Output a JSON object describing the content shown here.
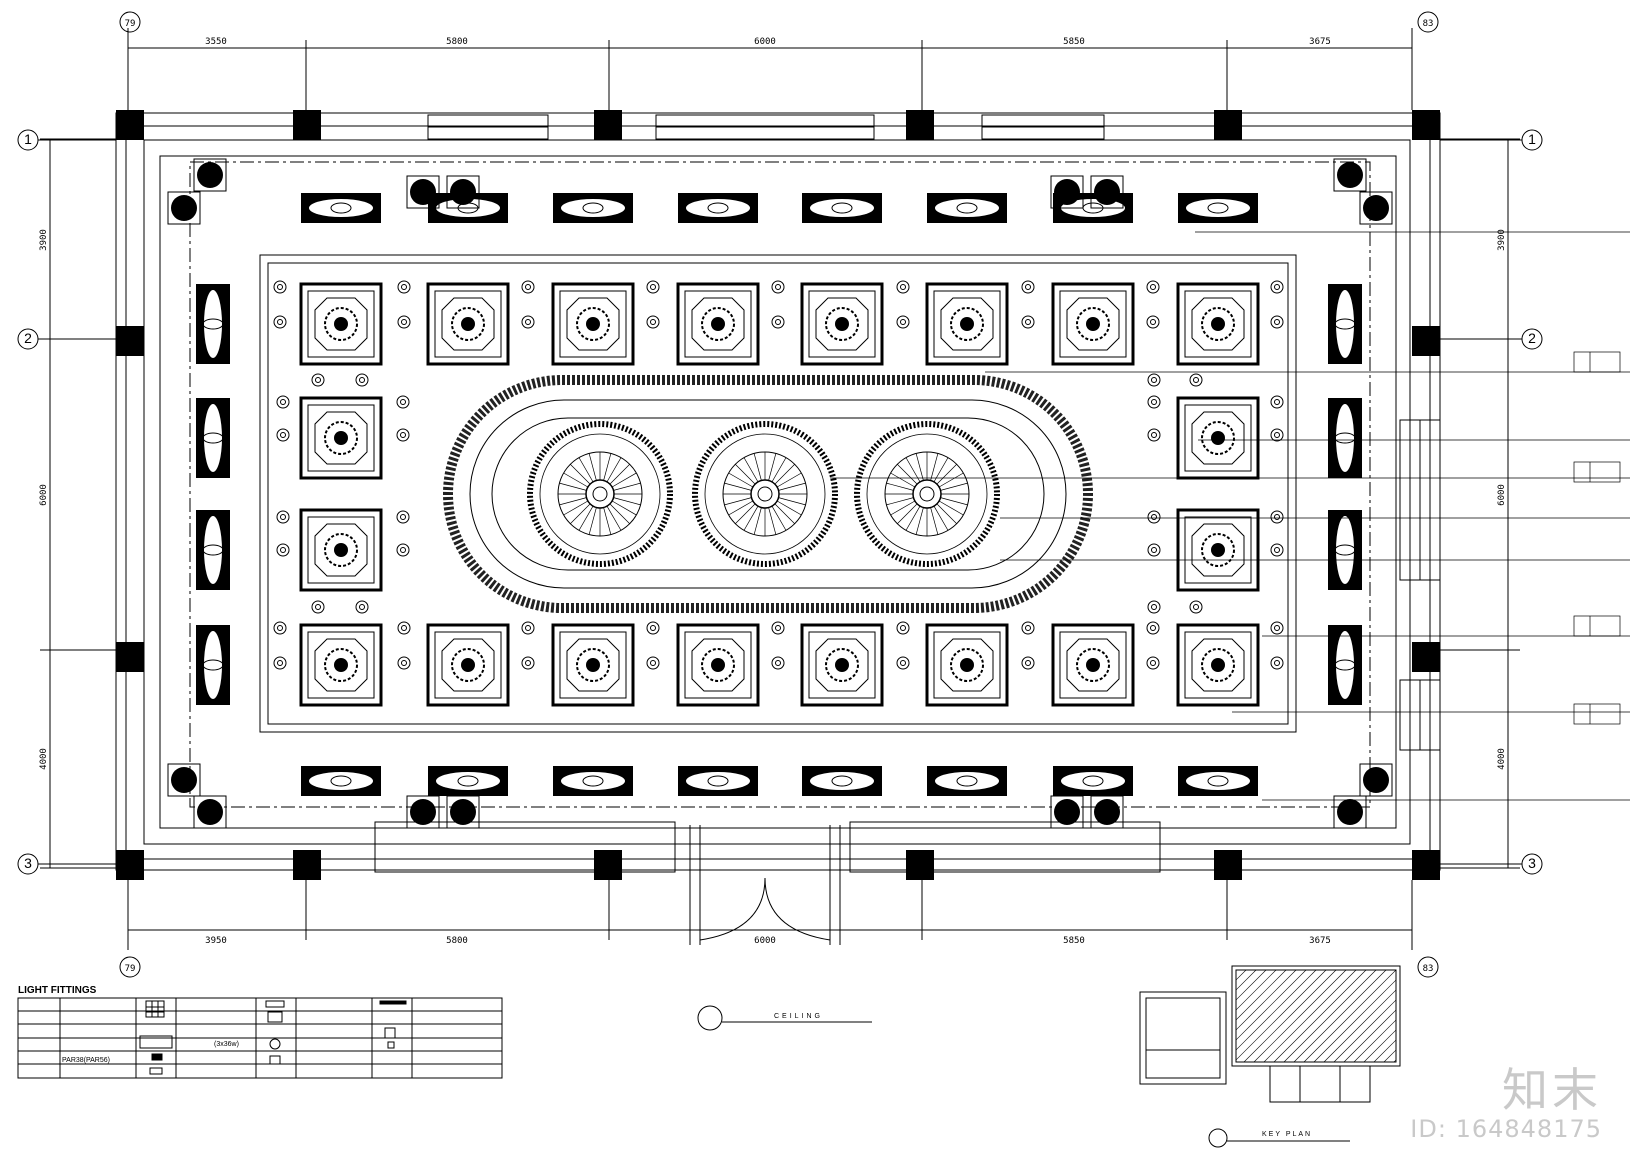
{
  "drawing": {
    "dims_top": [
      "3550",
      "5800",
      "6000",
      "5850",
      "3675"
    ],
    "dims_bottom": [
      "3950",
      "5800",
      "6000",
      "5850",
      "3675"
    ],
    "dims_left": [
      "3900",
      "6000",
      "4000"
    ],
    "dims_right": [
      "3900",
      "6000",
      "4000"
    ],
    "col_grid": [
      "79",
      "83"
    ],
    "row_grid": [
      "1",
      "2",
      "3"
    ],
    "ceiling_title": "CEILING",
    "key_plan_title": "KEY PLAN"
  },
  "legend": {
    "title": "LIGHT FITTINGS",
    "items": [
      "PAR38(PAR56)",
      "(3x36w)"
    ]
  },
  "watermark": {
    "logo": "知末",
    "id": "ID: 164848175"
  }
}
